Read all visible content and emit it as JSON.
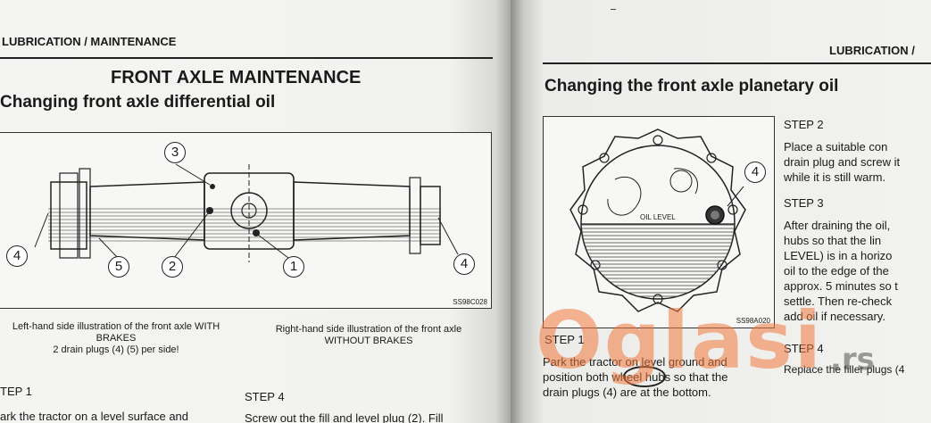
{
  "left_page": {
    "header": "LUBRICATION / MAINTENANCE",
    "title": "FRONT AXLE MAINTENANCE",
    "subtitle": "Changing front axle differential oil",
    "figure_code": "SS98C028",
    "callouts": [
      "3",
      "4",
      "5",
      "2",
      "1",
      "4"
    ],
    "caption_left": [
      "Left-hand side illustration of the front axle WITH",
      "BRAKES",
      "2 drain plugs (4) (5) per side!"
    ],
    "caption_right": [
      "Right-hand side illustration of the front axle",
      "WITHOUT BRAKES"
    ],
    "step1_label": "TEP 1",
    "step1_text": "ark the tractor on a level surface and",
    "step4_label": "STEP 4",
    "step4_text": "Screw out the fill and level plug (2). Fill"
  },
  "right_page": {
    "header": "LUBRICATION /",
    "title": "Changing the front axle planetary oil",
    "figure_code": "SS98A020",
    "oil_level_label": "OIL LEVEL",
    "callout": "4",
    "step1_label": "STEP 1",
    "step1_lines": [
      "Park the tractor on level ground and",
      "position both wheel hubs so that the",
      "drain plugs (4) are at the bottom."
    ],
    "step2_label": "STEP 2",
    "step2_lines": [
      "Place a suitable con",
      "drain plug and screw it",
      "while it is still warm."
    ],
    "step3_label": "STEP 3",
    "step3_lines": [
      "After draining the oil,",
      "hubs so that the lin",
      "LEVEL) is in a horizo",
      "oil to the edge of the",
      "approx. 5 minutes so t",
      "settle. Then re-check",
      "add oil if necessary."
    ],
    "step4_label": "STEP 4",
    "step4_text": "Replace the filler plugs (4"
  },
  "watermark": {
    "brand": "Oglasi",
    "tld": ".rs"
  }
}
